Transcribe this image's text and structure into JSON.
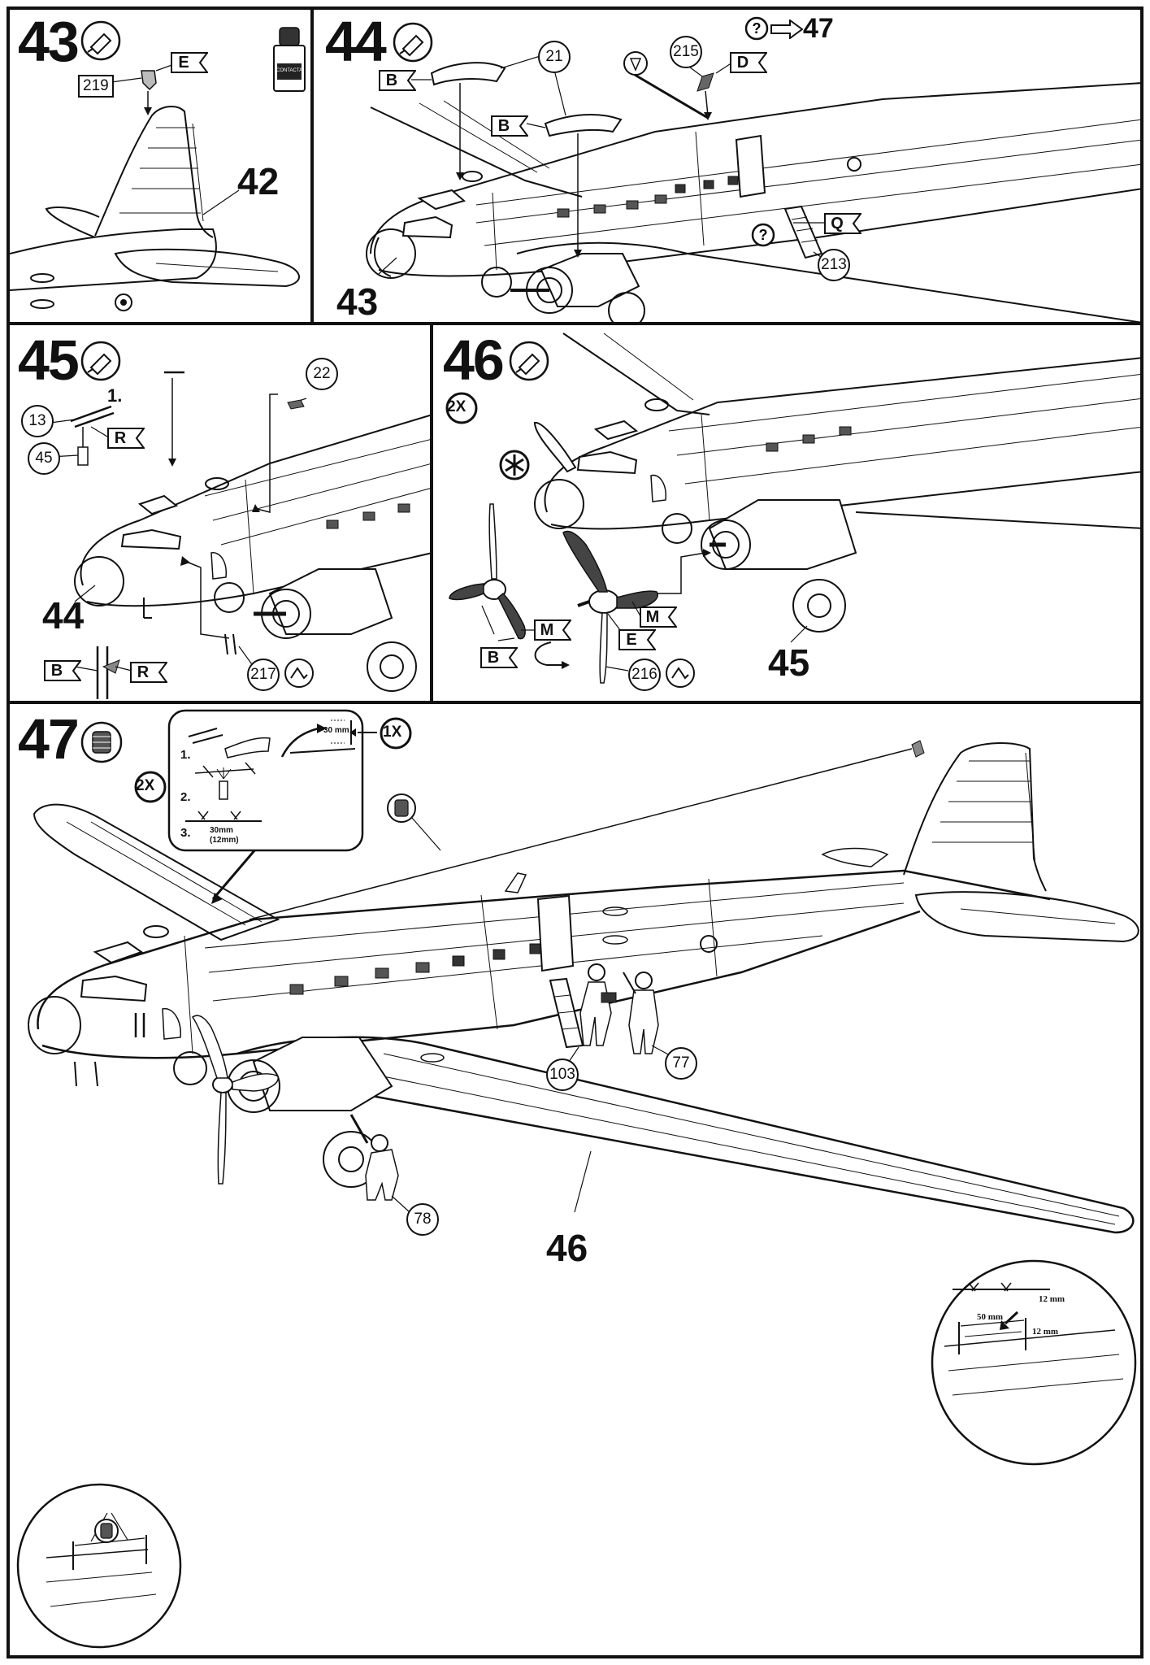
{
  "steps": [
    {
      "number": "43",
      "label": "42",
      "parts": {
        "p219": "219",
        "flagE": "E"
      }
    },
    {
      "number": "44",
      "label": "43",
      "parts": {
        "p21": "21",
        "p215": "215",
        "p213": "213",
        "flagB1": "B",
        "flagB2": "B",
        "flagD": "D",
        "flagQ": "Q",
        "next": "47"
      }
    },
    {
      "number": "45",
      "label": "44",
      "parts": {
        "p13": "13",
        "p45": "45",
        "p22": "22",
        "p217": "217",
        "flagR1": "R",
        "flagB": "B",
        "flagR2": "R",
        "sub1": "1."
      }
    },
    {
      "number": "46",
      "label": "45",
      "parts": {
        "p216": "216",
        "flagM1": "M",
        "flagM2": "M",
        "flagB": "B",
        "flagE": "E",
        "qty": "2X"
      }
    },
    {
      "number": "47",
      "label": "46",
      "parts": {
        "p103": "103",
        "p77": "77",
        "p78": "78",
        "qty1": "1X",
        "qty2": "2X"
      },
      "inset": {
        "s1": "1.",
        "s2": "2.",
        "s3": "3.",
        "m30": "30 mm",
        "m30b": "30mm",
        "m12": "(12mm)"
      },
      "detail": {
        "m50": "50 mm",
        "m12a": "12 mm",
        "m12b": "12 mm"
      }
    }
  ],
  "paint": {
    "jar_label": "CONTACTA"
  },
  "icons": [
    "glue-tube-icon",
    "question-icon",
    "arrow-right-icon",
    "rotate-icon",
    "thread-spool-icon",
    "asterisk-icon",
    "scissors-icon"
  ]
}
